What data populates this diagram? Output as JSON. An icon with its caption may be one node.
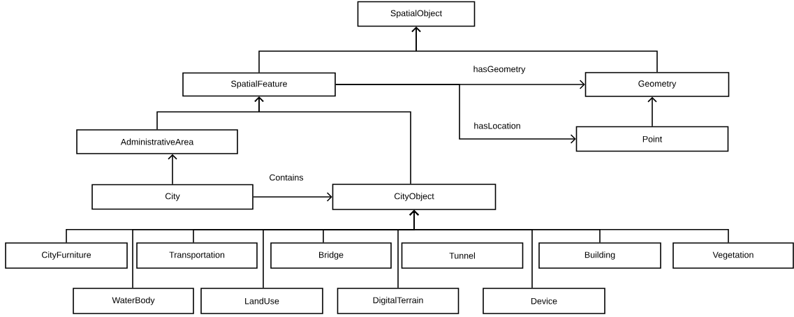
{
  "diagram": {
    "nodes": [
      {
        "text": [
          "SpatialObject"
        ]
      },
      {
        "text": [
          "SpatialFeature"
        ]
      },
      {
        "text": [
          "Geometry"
        ]
      },
      {
        "text": [
          "AdministrativeArea"
        ]
      },
      {
        "text": [
          "Point"
        ]
      },
      {
        "text": [
          "City"
        ]
      },
      {
        "text": [
          "CityObject"
        ]
      },
      {
        "text": [
          "CityFurniture"
        ]
      },
      {
        "text": [
          "Transportation"
        ]
      },
      {
        "text": [
          "Bridge"
        ]
      },
      {
        "text": [
          "Tunnel"
        ]
      },
      {
        "text": [
          "Building"
        ]
      },
      {
        "text": [
          "Vegetation"
        ]
      },
      {
        "text": [
          "WaterBody"
        ]
      },
      {
        "text": [
          "LandUse"
        ]
      },
      {
        "text": [
          "DigitalTerrain"
        ]
      },
      {
        "text": [
          "Device"
        ]
      }
    ],
    "edges": [
      {
        "from": 1,
        "to": 0,
        "arrow": "to"
      },
      {
        "from": 2,
        "to": 0,
        "arrow": "to"
      },
      {
        "from": 1,
        "to": 2,
        "arrow": "to",
        "label": "hasGeometry"
      },
      {
        "from": 1,
        "to": 4,
        "arrow": "to",
        "label": "hasLocation"
      },
      {
        "from": 4,
        "to": 2,
        "arrow": "to"
      },
      {
        "from": 3,
        "to": 1,
        "arrow": "to"
      },
      {
        "from": 6,
        "to": 1,
        "arrow": "to"
      },
      {
        "from": 5,
        "to": 3,
        "arrow": "to"
      },
      {
        "from": 5,
        "to": 6,
        "arrow": "to",
        "label": "Contains"
      },
      {
        "from": 7,
        "to": 6,
        "arrow": "to"
      },
      {
        "from": 8,
        "to": 6,
        "arrow": "to"
      },
      {
        "from": 9,
        "to": 6,
        "arrow": "to"
      },
      {
        "from": 11,
        "to": 6,
        "arrow": "to"
      },
      {
        "from": 12,
        "to": 6,
        "arrow": "to"
      },
      {
        "from": 13,
        "to": 6,
        "arrow": "to"
      },
      {
        "from": 14,
        "to": 6,
        "arrow": "to"
      },
      {
        "from": 15,
        "to": 6,
        "arrow": "to"
      },
      {
        "from": 16,
        "to": 6,
        "arrow": "to"
      }
    ]
  }
}
